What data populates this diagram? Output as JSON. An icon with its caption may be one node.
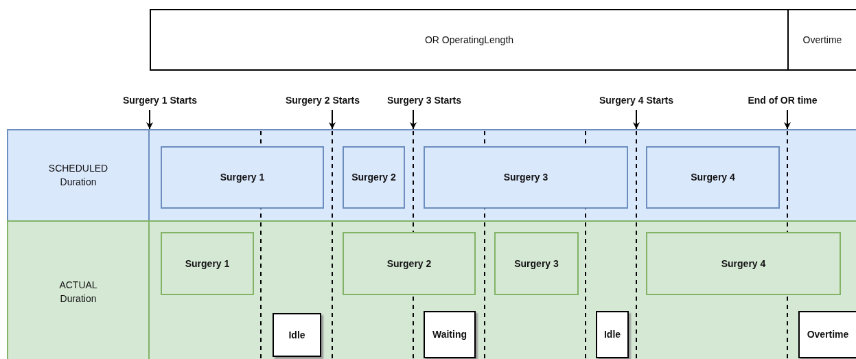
{
  "diagram": {
    "nodes": [
      {
        "text": [
          "OR OperatingLength"
        ]
      },
      {
        "text": [
          "Overtime"
        ]
      },
      {
        "text": [
          "SCHEDULED Duration"
        ]
      },
      {
        "text": [
          "Surgery 1"
        ],
        "in": 2
      },
      {
        "text": [
          "Surgery 2"
        ],
        "in": 2
      },
      {
        "text": [
          "Surgery 3"
        ],
        "in": 2
      },
      {
        "text": [
          "Surgery 4"
        ],
        "in": 2
      },
      {
        "text": [
          "ACTUAL Duration"
        ]
      },
      {
        "text": [
          "Surgery 1"
        ],
        "in": 7
      },
      {
        "text": [
          "Surgery 2"
        ],
        "in": 7
      },
      {
        "text": [
          "Surgery 3"
        ],
        "in": 7
      },
      {
        "text": [
          "Surgery 4"
        ],
        "in": 7
      },
      {
        "text": [
          "Idle"
        ],
        "in": 7
      },
      {
        "text": [
          "Waiting"
        ],
        "in": 7
      },
      {
        "text": [
          "Idle"
        ],
        "in": 7
      },
      {
        "text": [
          "Overtime"
        ],
        "in": 7
      },
      {
        "text": [
          "Surgery 1 Starts"
        ]
      },
      {
        "text": [
          "Surgery 2 Starts"
        ]
      },
      {
        "text": [
          "Surgery 3 Starts"
        ]
      },
      {
        "text": [
          "Surgery 4 Starts"
        ]
      },
      {
        "text": [
          "End of OR time"
        ]
      }
    ],
    "edges": [
      {
        "from": 16,
        "to": 2,
        "arrow": "to"
      },
      {
        "from": 17,
        "to": 2,
        "arrow": "to"
      },
      {
        "from": 18,
        "to": 2,
        "arrow": "to"
      },
      {
        "from": 19,
        "to": 2,
        "arrow": "to"
      },
      {
        "from": 20,
        "to": 2,
        "arrow": "to"
      }
    ]
  }
}
